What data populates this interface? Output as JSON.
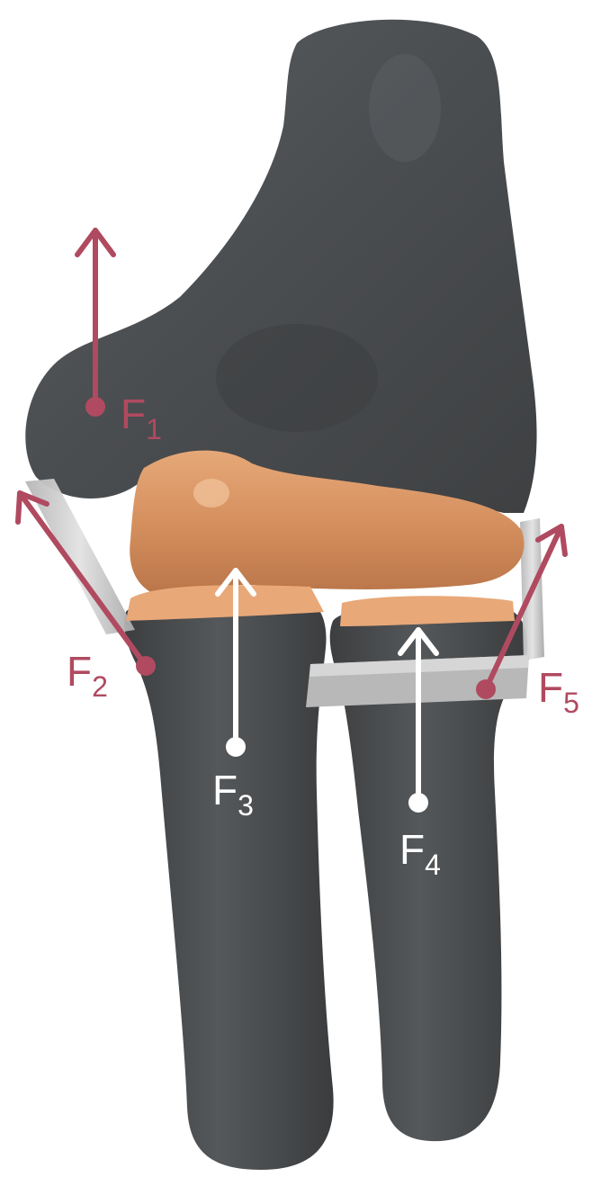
{
  "forces": [
    {
      "id": "f1",
      "main": "F",
      "sub": "1",
      "arrow_color": "#b04a60",
      "label_color": "#b04a60"
    },
    {
      "id": "f2",
      "main": "F",
      "sub": "2",
      "arrow_color": "#b04a60",
      "label_color": "#b04a60"
    },
    {
      "id": "f3",
      "main": "F",
      "sub": "3",
      "arrow_color": "#ffffff",
      "label_color": "#ffffff"
    },
    {
      "id": "f4",
      "main": "F",
      "sub": "4",
      "arrow_color": "#ffffff",
      "label_color": "#ffffff"
    },
    {
      "id": "f5",
      "main": "F",
      "sub": "5",
      "arrow_color": "#b04a60",
      "label_color": "#b04a60"
    }
  ],
  "colors": {
    "bone": "#4a4c4e",
    "cartilage": "#d99a6c",
    "ligament": "#c8c8c8",
    "force_accent": "#b04a60",
    "force_contact": "#ffffff"
  }
}
